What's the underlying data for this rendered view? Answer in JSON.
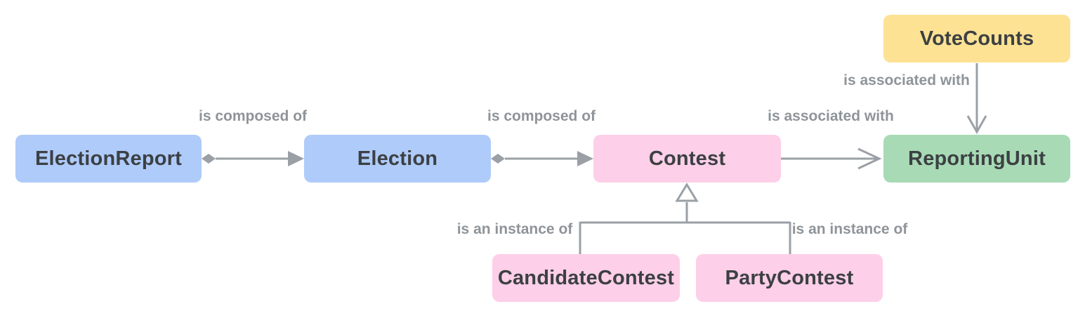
{
  "diagram": {
    "kind": "entity-relationship-diagram",
    "colors": {
      "node_blue": "#AECBFA",
      "node_pink": "#FDCFE8",
      "node_green": "#A8DAB5",
      "node_yellow": "#FDE293",
      "node_text": "#3C4043",
      "edge": "#9AA0A6",
      "edge_label": "#8E9499",
      "triangle_fill": "#FFFFFF"
    },
    "nodes": [
      {
        "id": "election-report",
        "label": "ElectionReport",
        "color": "blue"
      },
      {
        "id": "election",
        "label": "Election",
        "color": "blue"
      },
      {
        "id": "contest",
        "label": "Contest",
        "color": "pink"
      },
      {
        "id": "reporting-unit",
        "label": "ReportingUnit",
        "color": "green"
      },
      {
        "id": "vote-counts",
        "label": "VoteCounts",
        "color": "yellow"
      },
      {
        "id": "candidate-contest",
        "label": "CandidateContest",
        "color": "pink"
      },
      {
        "id": "party-contest",
        "label": "PartyContest",
        "color": "pink"
      }
    ],
    "edges": [
      {
        "from": "ElectionReport",
        "to": "Election",
        "label": "is composed of",
        "style": "diamond-source-filled-arrow"
      },
      {
        "from": "Election",
        "to": "Contest",
        "label": "is composed of",
        "style": "diamond-source-filled-arrow"
      },
      {
        "from": "Contest",
        "to": "ReportingUnit",
        "label": "is associated with",
        "style": "open-arrow"
      },
      {
        "from": "VoteCounts",
        "to": "ReportingUnit",
        "label": "is associated with",
        "style": "open-arrow"
      },
      {
        "from": "CandidateContest",
        "to": "Contest",
        "label": "is an instance of",
        "style": "hollow-triangle-inheritance"
      },
      {
        "from": "PartyContest",
        "to": "Contest",
        "label": "is an instance of",
        "style": "hollow-triangle-inheritance"
      }
    ]
  }
}
